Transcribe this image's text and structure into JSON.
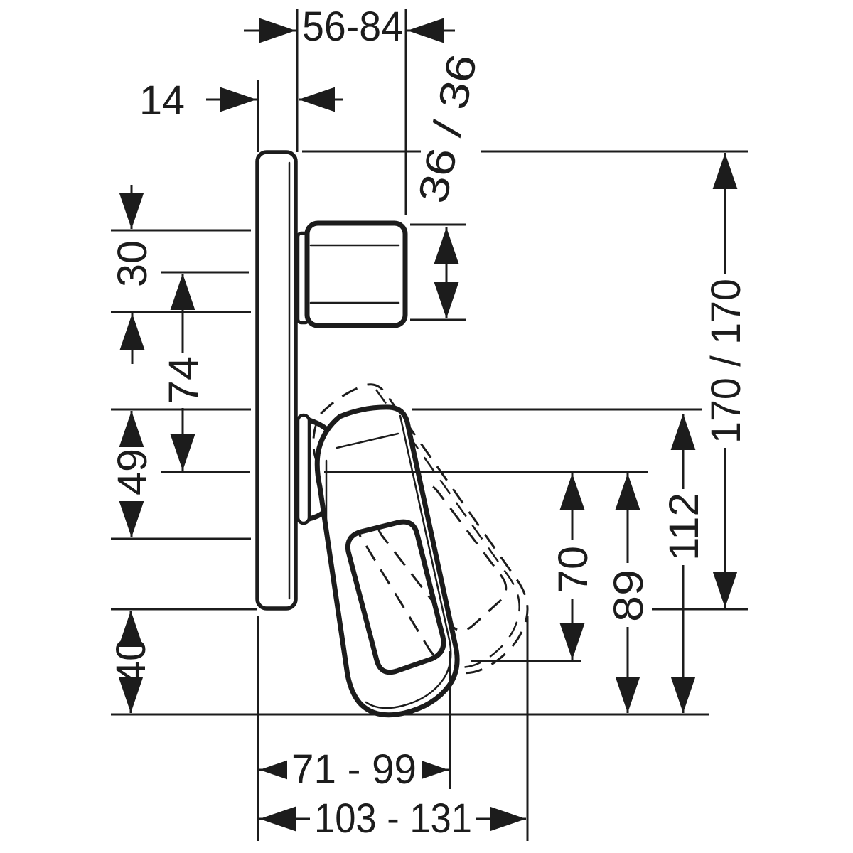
{
  "drawing": {
    "background": "#ffffff",
    "line_color": "#1c1c1c",
    "type": "technical-dimension-drawing",
    "views": {
      "wall_plate": "side view of square escutcheon plate",
      "control_knob": "upper shut-off / diverter knob, side view",
      "lever_handle": "single lever handle, solid = lowered position, dashed = alternate position"
    },
    "dimensions": {
      "depth_range": "56-84",
      "plate_thickness": "14",
      "knob_size": "36 / 36",
      "knob_offset": "30",
      "axis_spacing": "74",
      "lower_spacing": "49",
      "bottom_offset": "40",
      "plate_size": "170 / 170",
      "lever_height": "112",
      "lever_reach_down": "89",
      "lever_reach_open": "70",
      "projection_min": "71 - 99",
      "projection_max": "103 - 131"
    }
  }
}
